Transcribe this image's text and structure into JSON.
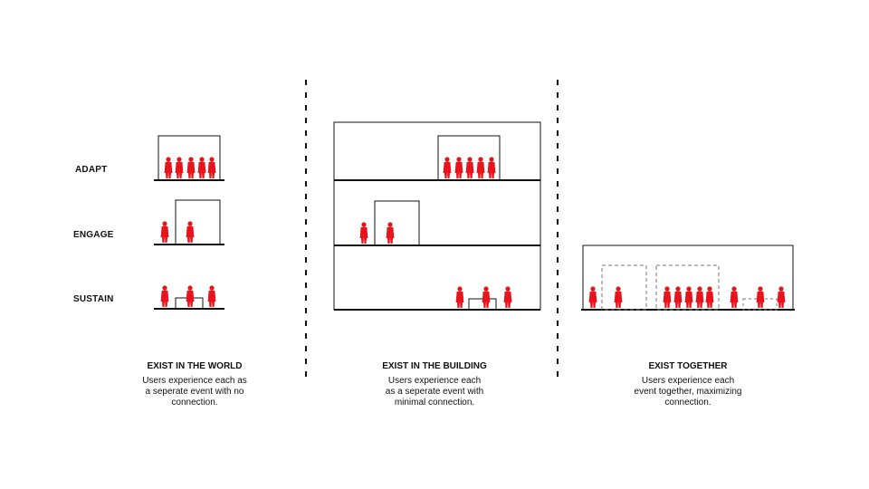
{
  "row_labels": {
    "adapt": "ADAPT",
    "engage": "ENGAGE",
    "sustain": "SUSTAIN"
  },
  "columns": [
    {
      "title": "EXIST IN THE WORLD",
      "description_lines": [
        "Users experience each as",
        "a seperate event with no",
        "connection."
      ]
    },
    {
      "title": "EXIST IN THE BUILDING",
      "description_lines": [
        "Users experience each",
        "as a seperate event with",
        "minimal connection."
      ]
    },
    {
      "title": "EXIST TOGETHER",
      "description_lines": [
        "Users experience each",
        "event together, maximizing",
        "connection."
      ]
    }
  ],
  "colors": {
    "figure": "#e8141c",
    "line": "#111111",
    "dashed_box": "#777777"
  }
}
